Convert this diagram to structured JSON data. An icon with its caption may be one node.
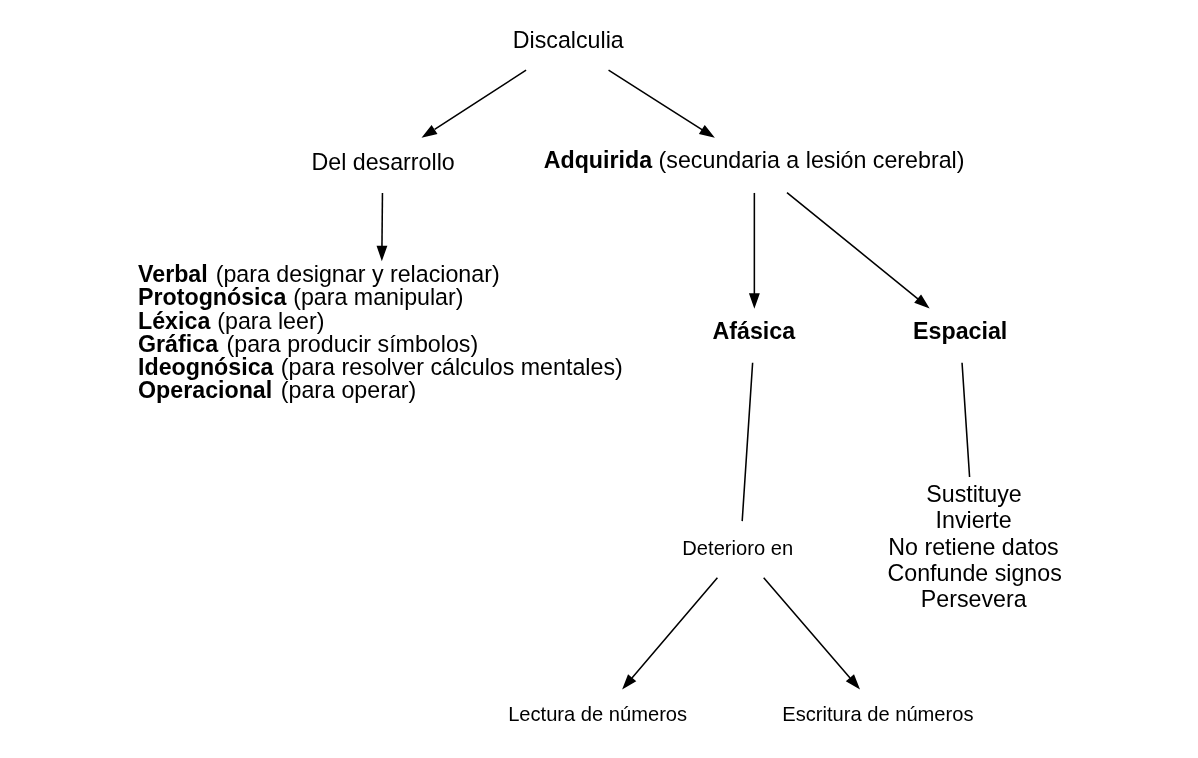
{
  "diagram": {
    "nodes": [
      {
        "text": [
          "Discalculia"
        ]
      },
      {
        "text": [
          "Del desarrollo"
        ]
      },
      {
        "text": [
          "**Adquirida** (secundaria a lesión cerebral)"
        ]
      },
      {
        "text": [
          "**Verbal** (para designar y relacionar)",
          "**Protognósica** (para manipular)",
          "**Léxica** (para leer)",
          "**Gráfica** (para producir símbolos)",
          "**Ideognósica** (para resolver cálculos mentales)",
          "**Operacional** (para operar)"
        ]
      },
      {
        "text": [
          "Afásica"
        ]
      },
      {
        "text": [
          "Espacial"
        ]
      },
      {
        "text": [
          "Deterioro en"
        ]
      },
      {
        "text": [
          "Lectura de números"
        ]
      },
      {
        "text": [
          "Escritura de números"
        ]
      },
      {
        "text": [
          "Sustituye",
          "Invierte",
          "No retiene datos",
          "Confunde signos",
          "Persevera"
        ]
      }
    ],
    "edges": [
      {
        "from": 0,
        "to": 1,
        "arrow": "to"
      },
      {
        "from": 0,
        "to": 2,
        "arrow": "to"
      },
      {
        "from": 1,
        "to": 3,
        "arrow": "to"
      },
      {
        "from": 2,
        "to": 4,
        "arrow": "to"
      },
      {
        "from": 2,
        "to": 5,
        "arrow": "to"
      },
      {
        "from": 4,
        "to": 6,
        "arrow": "none"
      },
      {
        "from": 6,
        "to": 7,
        "arrow": "to"
      },
      {
        "from": 6,
        "to": 8,
        "arrow": "to"
      },
      {
        "from": 5,
        "to": 9,
        "arrow": "none"
      }
    ]
  }
}
